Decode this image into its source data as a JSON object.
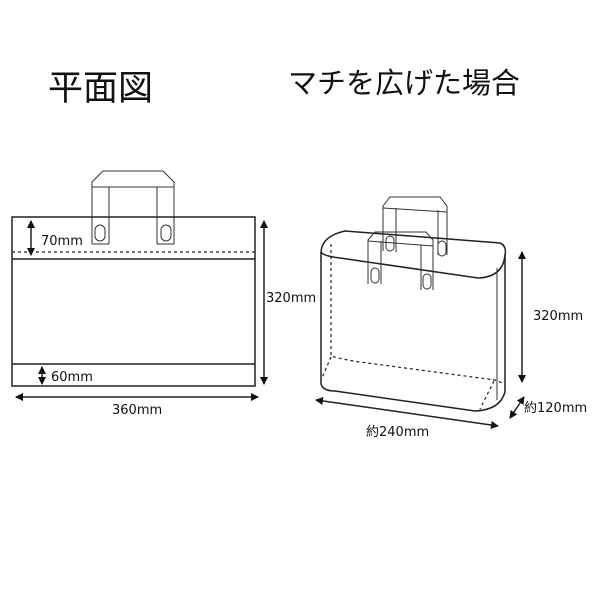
{
  "titles": {
    "plan": "平面図",
    "expanded": "マチを広げた場合"
  },
  "plan_view": {
    "top_band": "70mm",
    "bottom_band": "60mm",
    "height": "320mm",
    "width": "360mm"
  },
  "expanded_view": {
    "height": "320mm",
    "width": "約240mm",
    "gusset": "約120mm"
  }
}
